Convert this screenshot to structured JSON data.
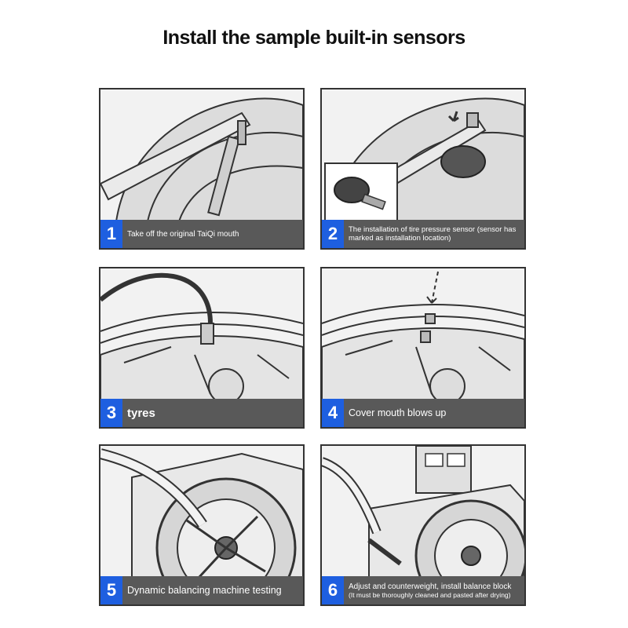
{
  "title": "Install the sample built-in sensors",
  "steps": [
    {
      "number": "1",
      "text": "Take off the original TaiQi mouth"
    },
    {
      "number": "2",
      "text": "The installation of tire pressure sensor (sensor has marked as installation location)"
    },
    {
      "number": "3",
      "text": "tyres"
    },
    {
      "number": "4",
      "text": "Cover mouth blows up"
    },
    {
      "number": "5",
      "text": "Dynamic balancing machine testing"
    },
    {
      "number": "6",
      "text": "Adjust and counterweight, install balance block",
      "subtext": "(It must be thoroughly cleaned and pasted after drying)"
    }
  ],
  "colors": {
    "badge": "#1e5fe0",
    "caption_bg": "#595959",
    "border": "#333333"
  }
}
